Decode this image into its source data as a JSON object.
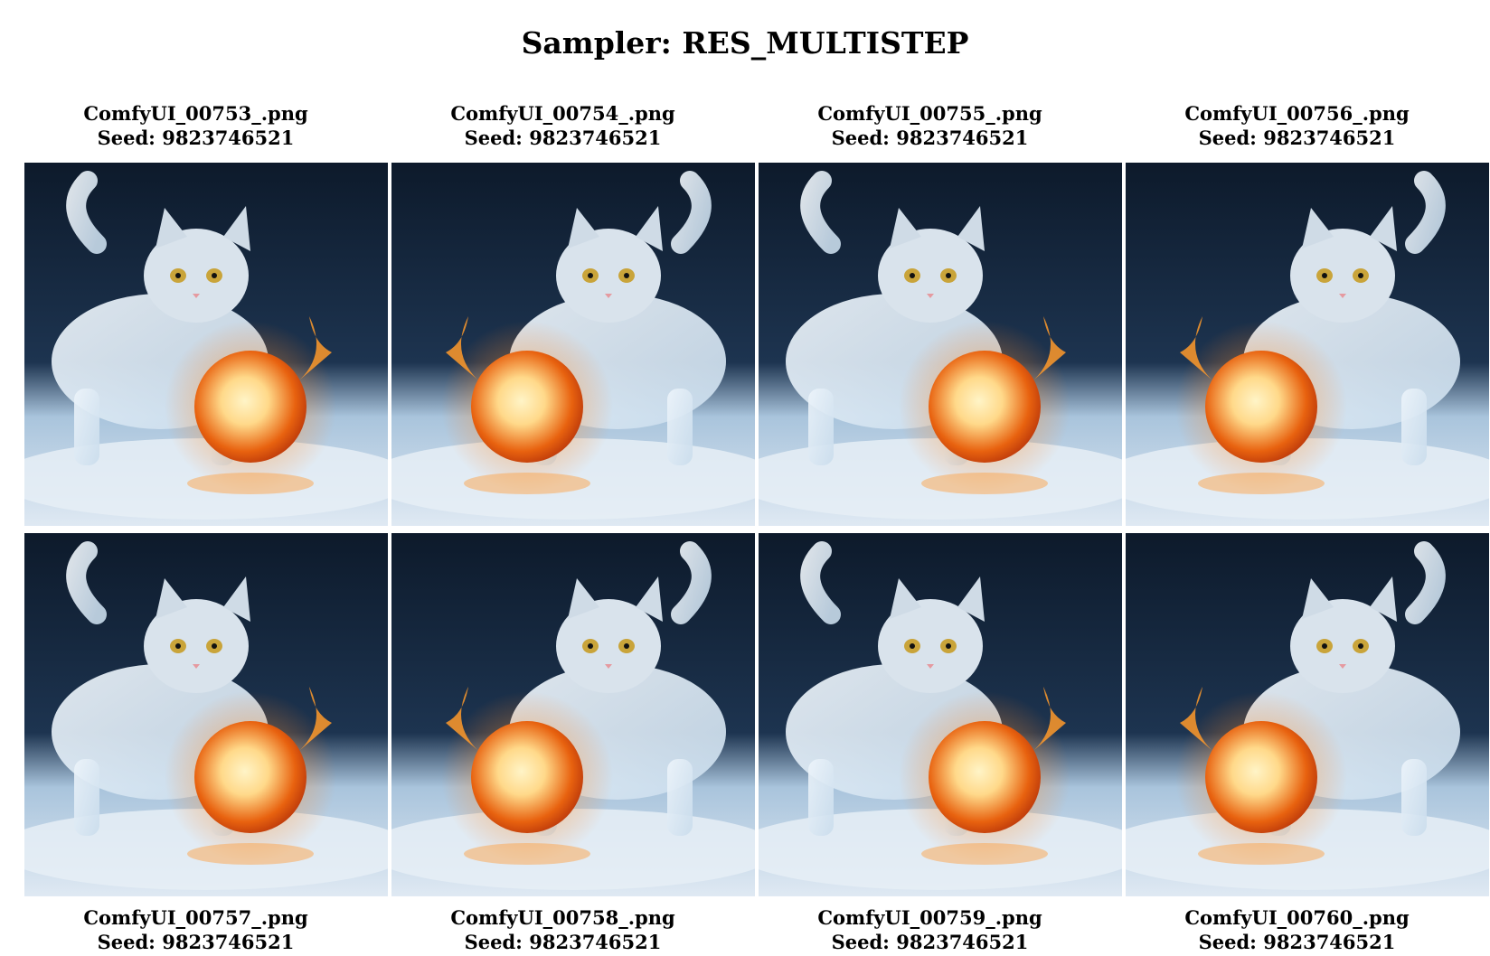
{
  "title": "Sampler: RES_MULTISTEP",
  "top_row": [
    {
      "filename": "ComfyUI_00753_.png",
      "seed": "Seed: 9823746521",
      "fire_side": "right"
    },
    {
      "filename": "ComfyUI_00754_.png",
      "seed": "Seed: 9823746521",
      "fire_side": "left"
    },
    {
      "filename": "ComfyUI_00755_.png",
      "seed": "Seed: 9823746521",
      "fire_side": "right"
    },
    {
      "filename": "ComfyUI_00756_.png",
      "seed": "Seed: 9823746521",
      "fire_side": "left"
    }
  ],
  "bottom_row": [
    {
      "filename": "ComfyUI_00757_.png",
      "seed": "Seed: 9823746521",
      "fire_side": "right"
    },
    {
      "filename": "ComfyUI_00758_.png",
      "seed": "Seed: 9823746521",
      "fire_side": "left"
    },
    {
      "filename": "ComfyUI_00759_.png",
      "seed": "Seed: 9823746521",
      "fire_side": "right"
    },
    {
      "filename": "ComfyUI_00760_.png",
      "seed": "Seed: 9823746521",
      "fire_side": "left"
    }
  ],
  "colors": {
    "background": "#ffffff",
    "scene_dark": "#0d1a2b",
    "ice": "#c9dcec",
    "fire_core": "#ffd98a",
    "fire_outer": "#e8620f"
  }
}
